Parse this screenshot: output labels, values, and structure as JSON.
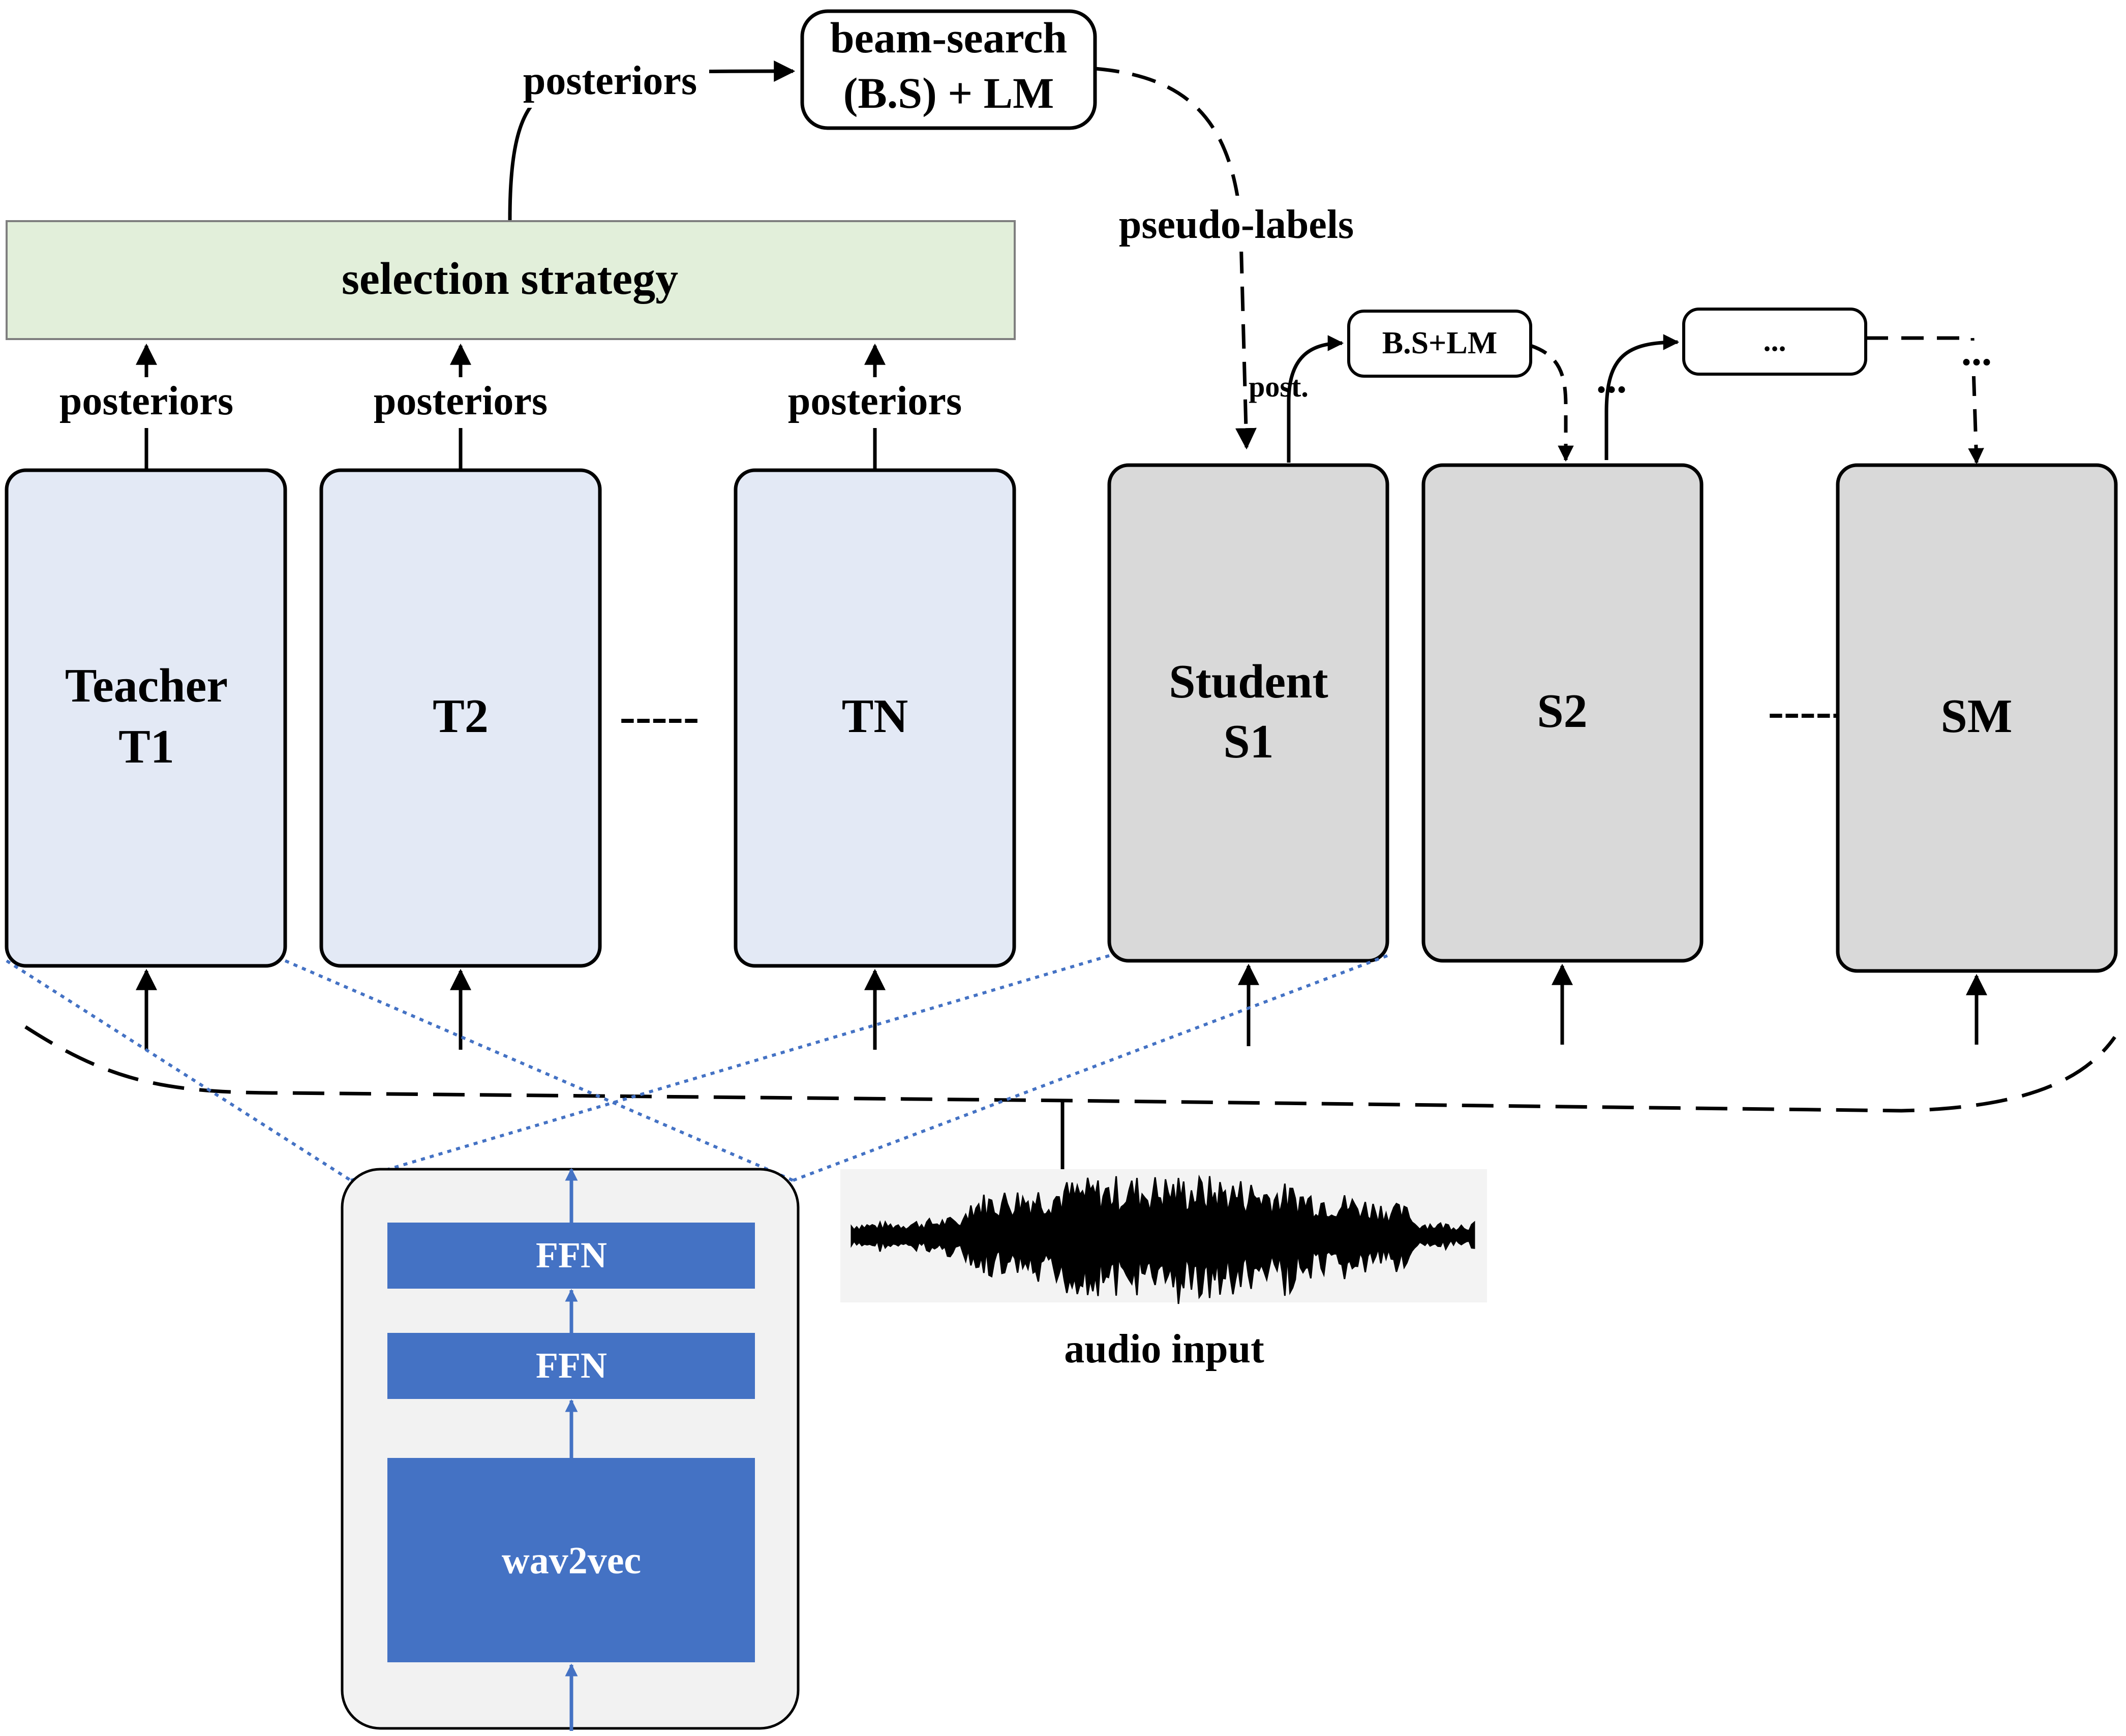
{
  "top": {
    "beam_search_line1": "beam-search",
    "beam_search_line2": "(B.S) + LM",
    "posteriors_to_beam": "posteriors",
    "pseudo_labels": "pseudo-labels"
  },
  "selection": {
    "label": "selection strategy"
  },
  "teachers": {
    "posteriors_labels": [
      "posteriors",
      "posteriors",
      "posteriors"
    ],
    "t1_line1": "Teacher",
    "t1_line2": "T1",
    "t2": "T2",
    "tn": "TN",
    "gap_dashes": "-----"
  },
  "students": {
    "s1_line1": "Student",
    "s1_line2": "S1",
    "s2": "S2",
    "sm": "SM",
    "gap_dashes": "-----",
    "post_label": "post.",
    "bs_lm_box": "B.S+LM",
    "ellipsis_box": "...",
    "ellipsis_after_s2": "...",
    "ellipsis_before_sm": "..."
  },
  "encoder": {
    "ffn_top": "FFN",
    "ffn_bottom": "FFN",
    "backbone": "wav2vec"
  },
  "audio": {
    "label": "audio input"
  },
  "colors": {
    "teacher_fill": "#e3e9f5",
    "student_fill": "#d9d9d9",
    "selection_fill": "#e2efda",
    "encoder_block": "#4472c4",
    "encoder_panel": "#f2f2f2",
    "encoder_arrow": "#4472c4",
    "dotted_link": "#4472c4",
    "waveform_bg": "#f3f3f3"
  }
}
